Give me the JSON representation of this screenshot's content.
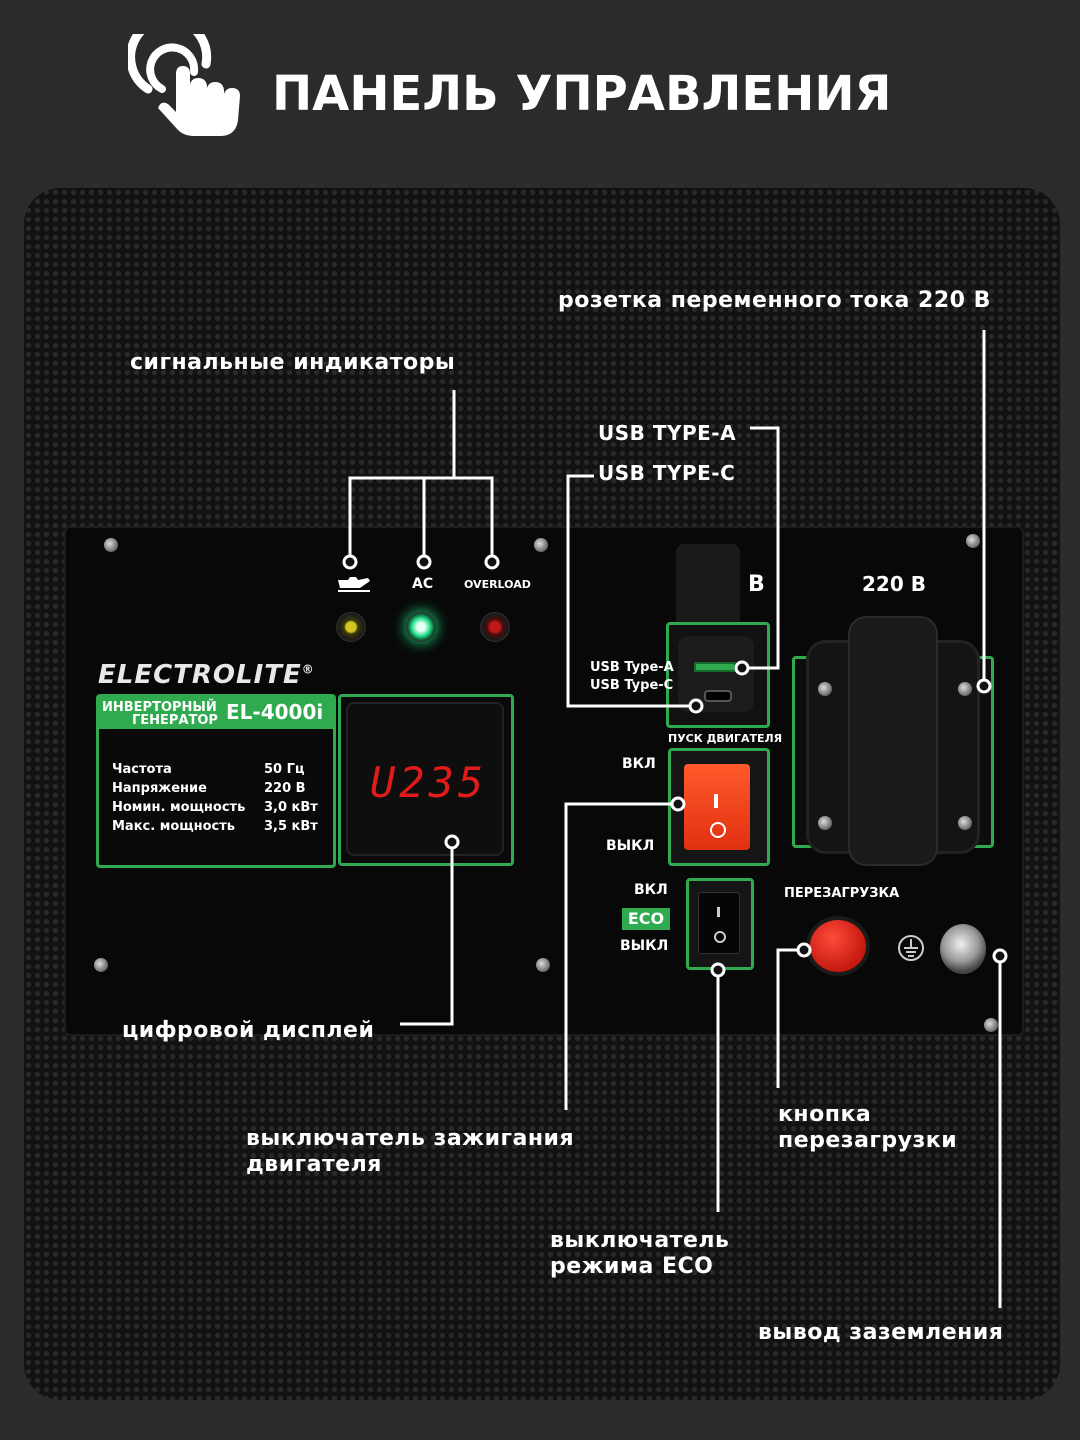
{
  "header": {
    "title": "ПАНЕЛЬ УПРАВЛЕНИЯ",
    "icon": "touch-hand-icon"
  },
  "colors": {
    "accent_green": "#2faa4f",
    "background": "#2b2b2b",
    "display_red": "#e11a1a"
  },
  "panel": {
    "brand": "ELECTROLITE",
    "brand_mark": "®",
    "generator_type_line1": "ИНВЕРТОРНЫЙ",
    "generator_type_line2": "ГЕНЕРАТОР",
    "model": "EL-4000i",
    "specs": [
      {
        "name": "Частота",
        "value": "50 Гц"
      },
      {
        "name": "Напряжение",
        "value": "220 В"
      },
      {
        "name": "Номин. мощность",
        "value": "3,0 кВт"
      },
      {
        "name": "Макс. мощность",
        "value": "3,5 кВт"
      }
    ],
    "display_value": "U235",
    "indicator_ac": "AC",
    "indicator_overload": "OVERLOAD",
    "usb_type_a": "USB Type-A",
    "usb_type_c": "USB Type-C",
    "usb_section_tail": "B",
    "outlet_label": "220 B",
    "engine_start_label": "ПУСК ДВИГАТЕЛЯ",
    "switch_on": "ВКЛ",
    "switch_off": "ВЫКЛ",
    "eco_on": "ВКЛ",
    "eco_badge": "ECO",
    "eco_off": "ВЫКЛ",
    "reset_label": "ПЕРЕЗАГРУЗКА",
    "rocker_on_symbol": "I",
    "rocker_off_symbol": "O"
  },
  "callouts": {
    "outlet": "розетка переменного тока 220 В",
    "indicators": "сигнальные индикаторы",
    "usb_a": "USB TYPE-A",
    "usb_c": "USB TYPE-C",
    "display": "цифровой дисплей",
    "ignition_line1": "выключатель зажигания",
    "ignition_line2": "двигателя",
    "reset_line1": "кнопка",
    "reset_line2": "перезагрузки",
    "eco_line1": "выключатель",
    "eco_line2": "режима ECO",
    "ground": "вывод заземления"
  }
}
